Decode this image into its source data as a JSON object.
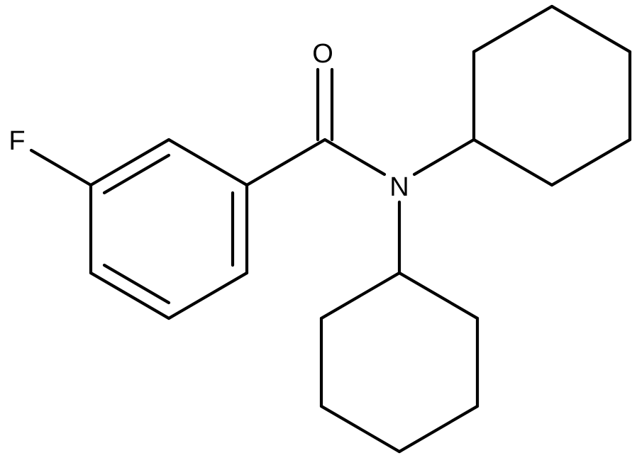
{
  "atoms": {
    "oxygen": "O",
    "nitrogen": "N",
    "fluorine": "F"
  },
  "colors": {
    "bond": "#000000",
    "text": "#000000",
    "background": "#ffffff"
  }
}
